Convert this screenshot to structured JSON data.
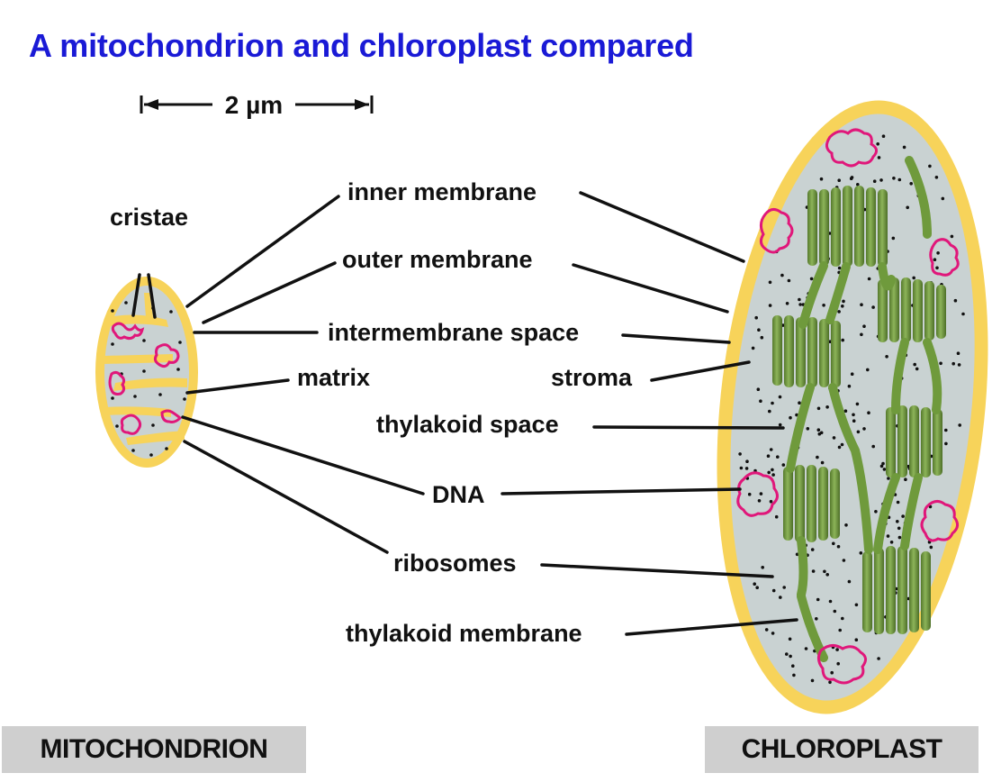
{
  "title": "A mitochondrion and chloroplast compared",
  "scale_bar": {
    "label": "2 µm"
  },
  "labels": {
    "cristae": "cristae",
    "inner_membrane": "inner membrane",
    "outer_membrane": "outer membrane",
    "intermembrane_space": "intermembrane space",
    "matrix": "matrix",
    "stroma": "stroma",
    "thylakoid_space": "thylakoid space",
    "dna": "DNA",
    "ribosomes": "ribosomes",
    "thylakoid_membrane": "thylakoid membrane"
  },
  "organelles": {
    "mitochondrion": "MITOCHONDRION",
    "chloroplast": "CHLOROPLAST"
  },
  "colors": {
    "title": "#1a1ad6",
    "membrane": "#f7d35a",
    "interior": "#c9d2d2",
    "dna": "#e0177a",
    "thylakoid": "#6f9a3c",
    "label_box": "#cfcfcf"
  }
}
